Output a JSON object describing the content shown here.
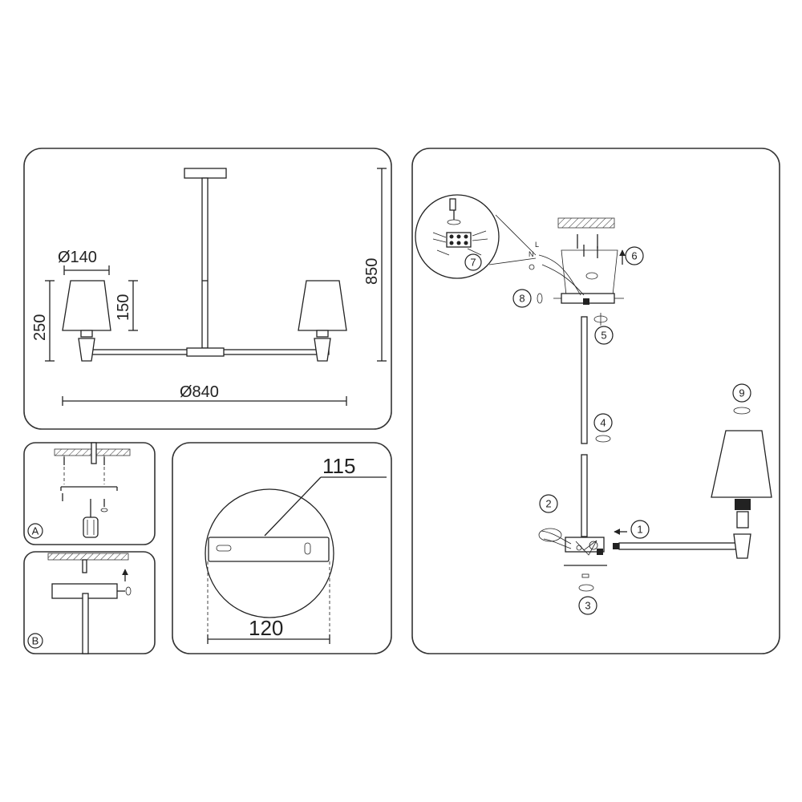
{
  "overview": {
    "dim_shade_diameter": "Ø140",
    "dim_shade_height": "150",
    "dim_lamp_height": "250",
    "dim_total_height": "850",
    "dim_total_width": "Ø840"
  },
  "detail_a": {
    "label": "A"
  },
  "detail_b": {
    "label": "B"
  },
  "canopy_detail": {
    "dim_plate": "115",
    "dim_width": "120"
  },
  "assembly": {
    "steps": [
      "1",
      "2",
      "3",
      "4",
      "5",
      "6",
      "7",
      "8",
      "9"
    ],
    "wire_label_l": "L",
    "wire_label_n": "N"
  }
}
